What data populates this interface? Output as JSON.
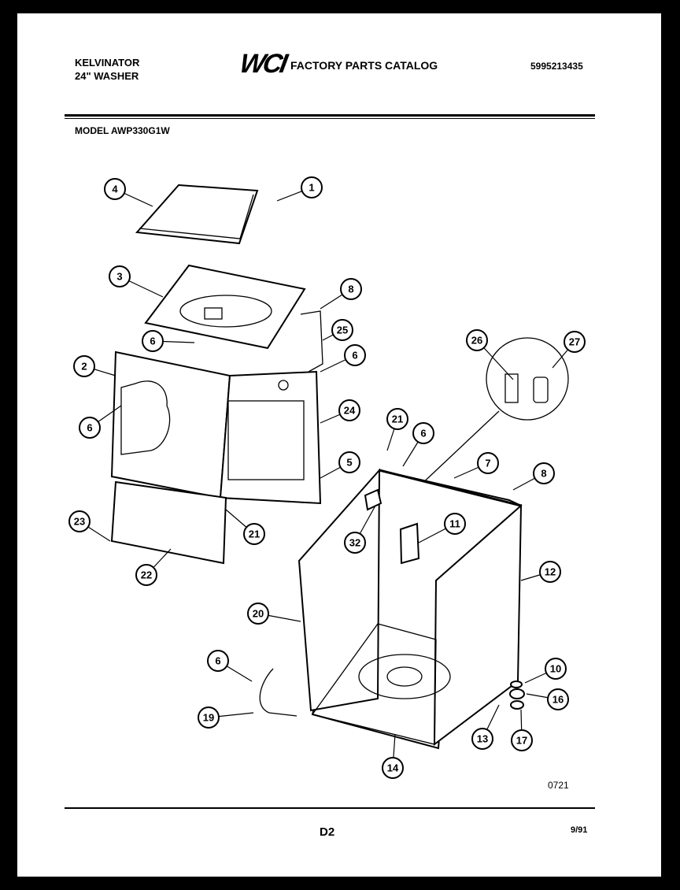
{
  "header": {
    "brand": "KELVINATOR",
    "product": "24\" WASHER",
    "logo": "WCI",
    "catalog_title": "FACTORY PARTS CATALOG",
    "catalog_number": "5995213435",
    "model": "MODEL AWP330G1W"
  },
  "diagram": {
    "callouts": [
      "4",
      "1",
      "3",
      "8",
      "25",
      "6",
      "2",
      "6",
      "6",
      "24",
      "21",
      "26",
      "27",
      "6",
      "7",
      "8",
      "5",
      "23",
      "21",
      "22",
      "32",
      "11",
      "12",
      "20",
      "6",
      "10",
      "16",
      "19",
      "13",
      "17",
      "14"
    ],
    "figure_code": "0721"
  },
  "footer": {
    "page_code": "D2",
    "date": "9/91"
  }
}
